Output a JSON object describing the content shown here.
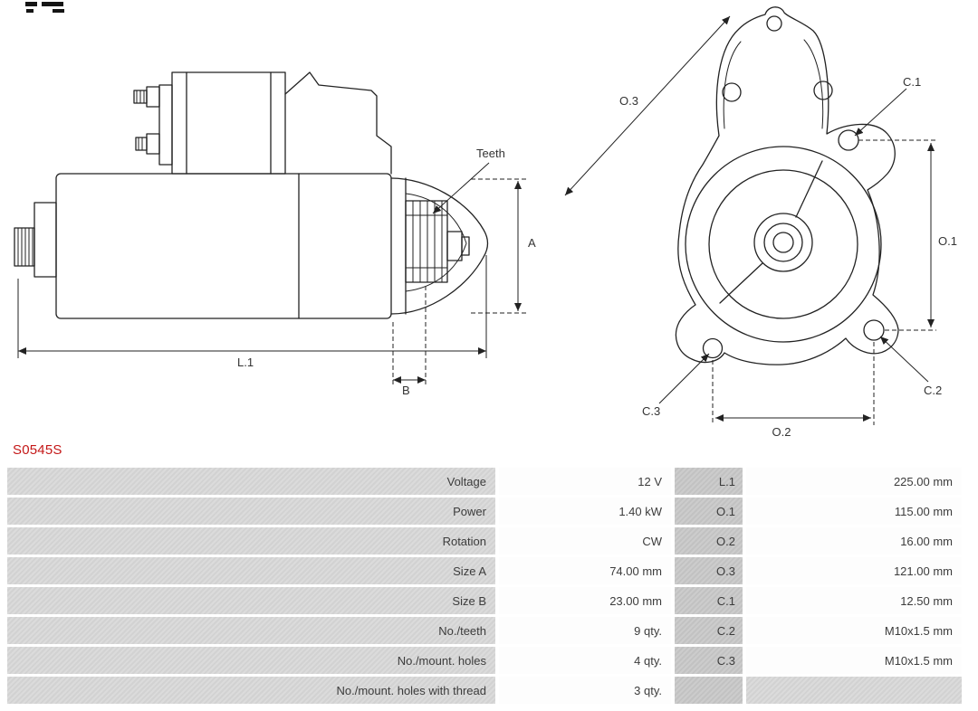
{
  "part_number": "S0545S",
  "diagram": {
    "side_view": {
      "teeth_label": "Teeth",
      "dim_a": "A",
      "dim_b": "B",
      "dim_l1": "L.1"
    },
    "front_view": {
      "dim_o1": "O.1",
      "dim_o2": "O.2",
      "dim_o3": "O.3",
      "dim_c1": "C.1",
      "dim_c2": "C.2",
      "dim_c3": "C.3"
    }
  },
  "spec_table": {
    "rows": [
      {
        "label": "Voltage",
        "value": "12 V",
        "dim_label": "L.1",
        "dim_value": "225.00 mm"
      },
      {
        "label": "Power",
        "value": "1.40 kW",
        "dim_label": "O.1",
        "dim_value": "115.00 mm"
      },
      {
        "label": "Rotation",
        "value": "CW",
        "dim_label": "O.2",
        "dim_value": "16.00 mm"
      },
      {
        "label": "Size A",
        "value": "74.00 mm",
        "dim_label": "O.3",
        "dim_value": "121.00 mm"
      },
      {
        "label": "Size B",
        "value": "23.00 mm",
        "dim_label": "C.1",
        "dim_value": "12.50 mm"
      },
      {
        "label": "No./teeth",
        "value": "9 qty.",
        "dim_label": "C.2",
        "dim_value": "M10x1.5 mm"
      },
      {
        "label": "No./mount. holes",
        "value": "4 qty.",
        "dim_label": "C.3",
        "dim_value": "M10x1.5 mm"
      },
      {
        "label": "No./mount. holes with thread",
        "value": "3 qty.",
        "dim_label": "",
        "dim_value": ""
      }
    ]
  },
  "colors": {
    "part_number": "#c41818",
    "label_cell": "#d7d7d7",
    "dim_key_cell": "#c6c6c6",
    "value_cell": "#fdfdfd",
    "drawing_line": "#222222"
  }
}
